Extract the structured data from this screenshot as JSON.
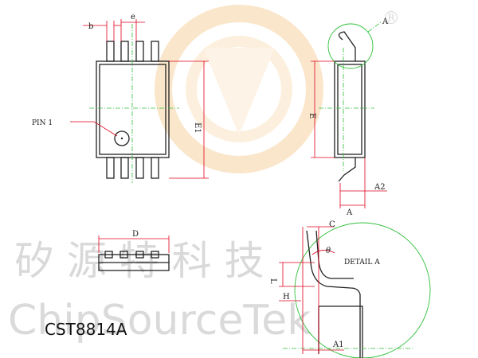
{
  "labels": {
    "b": "b",
    "e": "e",
    "pin1": "PIN 1",
    "e1": "E1",
    "E": "E",
    "A": "A",
    "A2": "A2",
    "A_detail": "A",
    "D": "D",
    "C": "C",
    "theta": "θ",
    "detail": "DETAIL A",
    "L": "L",
    "H": "H",
    "A1": "A1"
  },
  "watermark": {
    "cn": "矽 源 特 科 技",
    "en": "ChipSourceTek",
    "registered": "®"
  },
  "part_number": "CST8814A",
  "colors": {
    "dimension": "#e0001b",
    "centerline": "#2fbf3a",
    "outline": "#222222",
    "watermark_logo": "#f6c98a"
  }
}
